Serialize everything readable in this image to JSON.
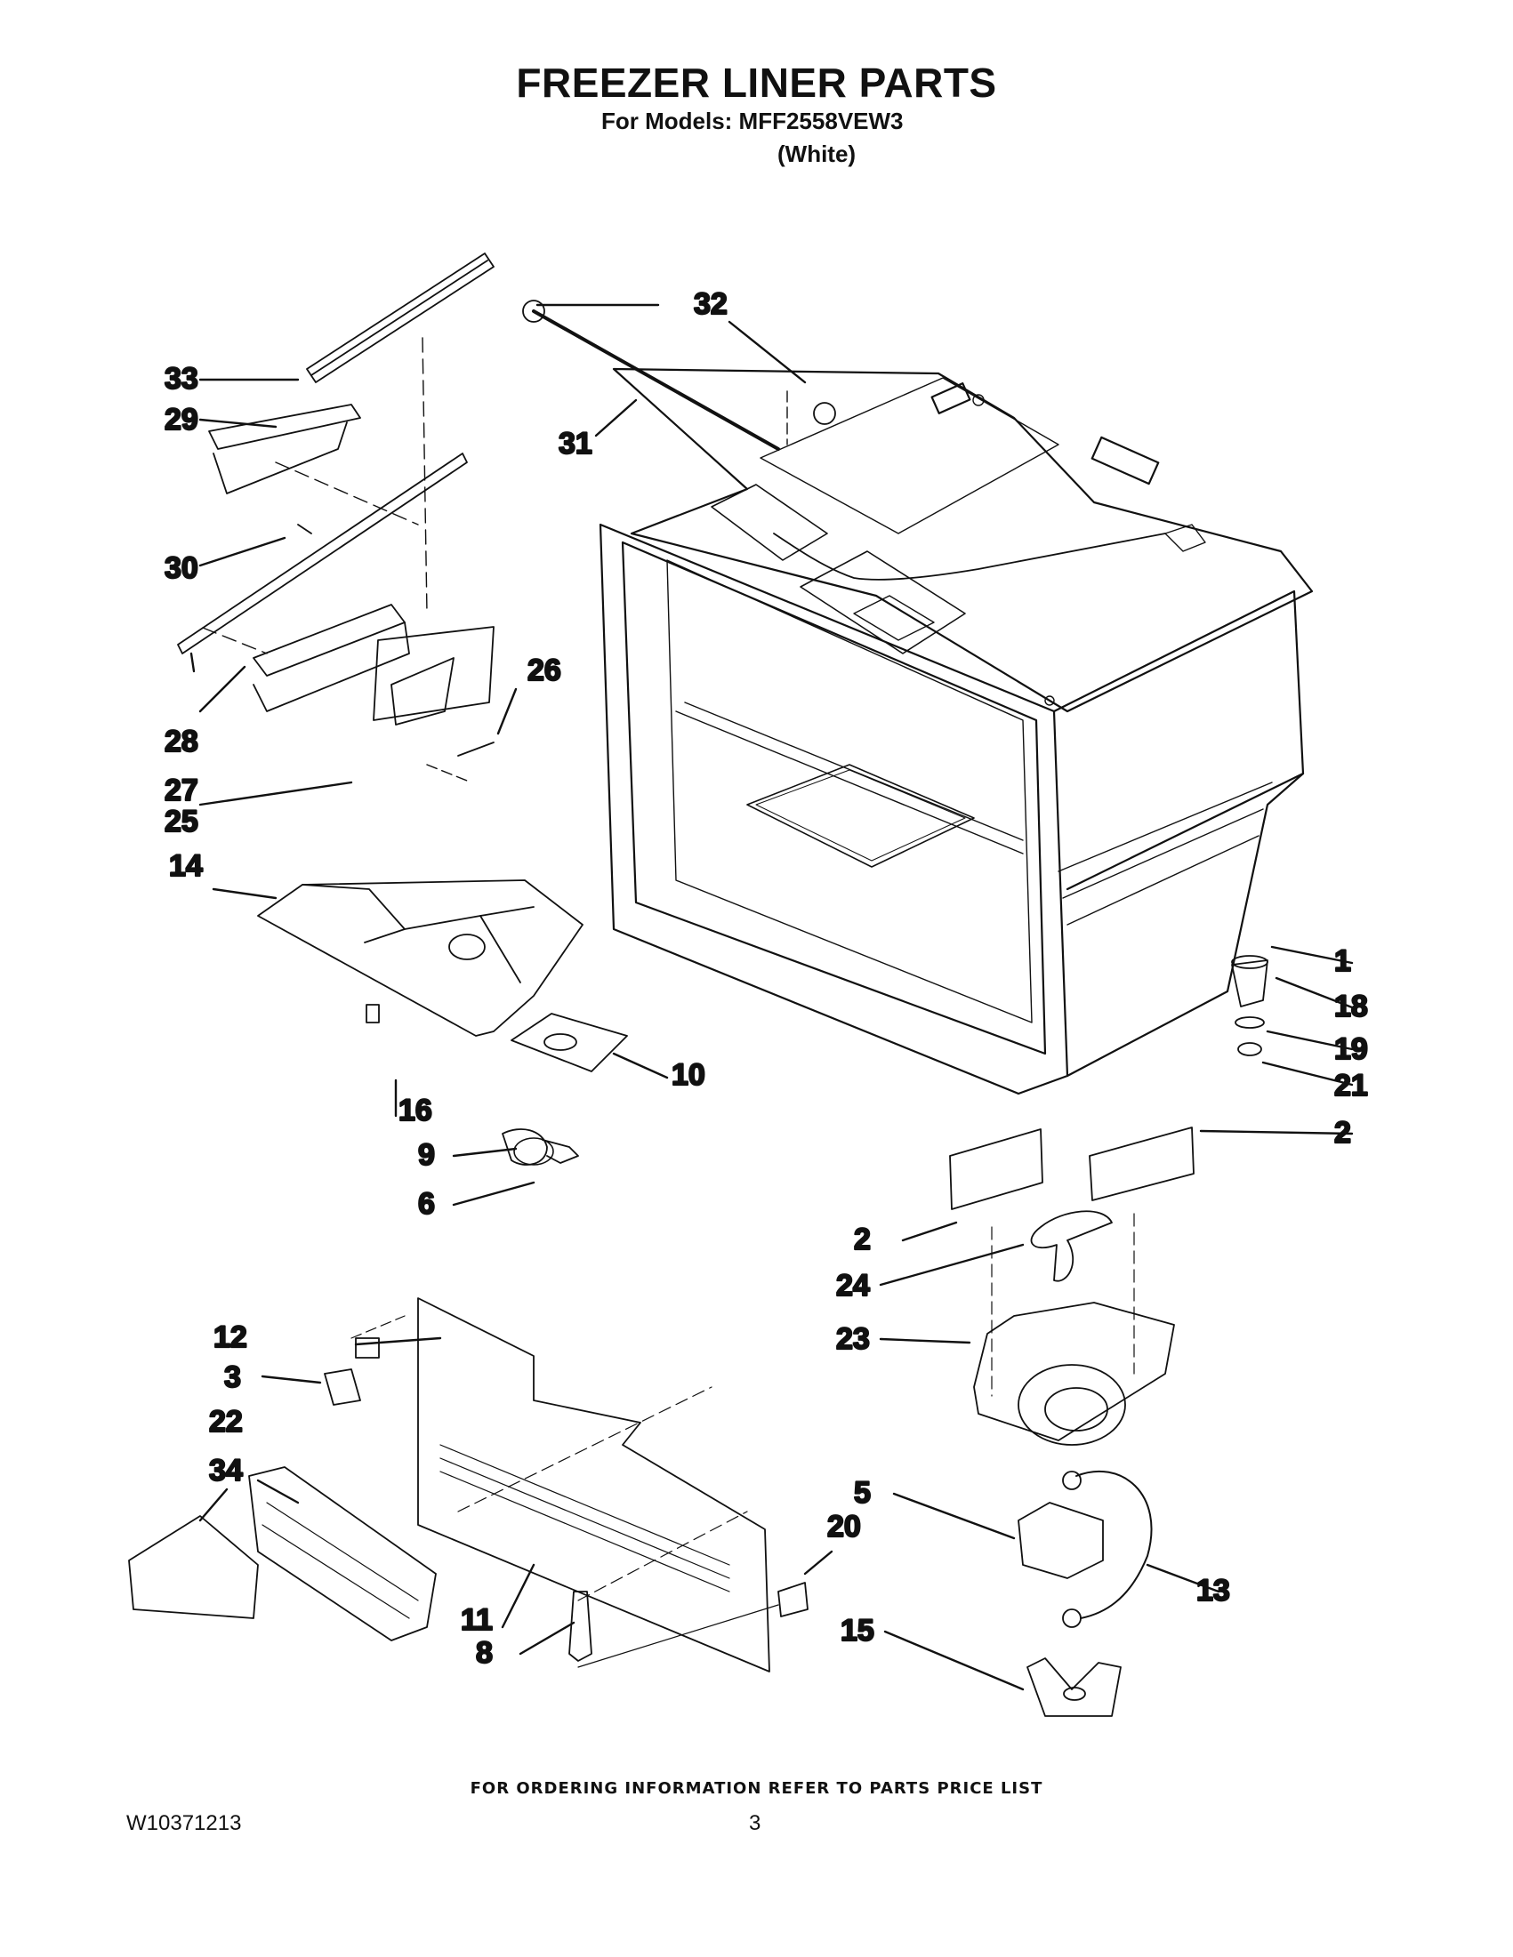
{
  "header": {
    "title": "FREEZER LINER PARTS",
    "models": "For Models: MFF2558VEW3",
    "variant": "(White)"
  },
  "callouts": [
    "1",
    "2",
    "2",
    "3",
    "5",
    "6",
    "8",
    "9",
    "10",
    "11",
    "12",
    "13",
    "14",
    "15",
    "16",
    "18",
    "19",
    "20",
    "21",
    "22",
    "23",
    "24",
    "25",
    "26",
    "27",
    "28",
    "29",
    "30",
    "31",
    "32",
    "33",
    "34"
  ],
  "footer": {
    "note": "FOR ORDERING INFORMATION REFER TO PARTS PRICE LIST",
    "doc_number": "W10371213",
    "page_number": "3"
  }
}
